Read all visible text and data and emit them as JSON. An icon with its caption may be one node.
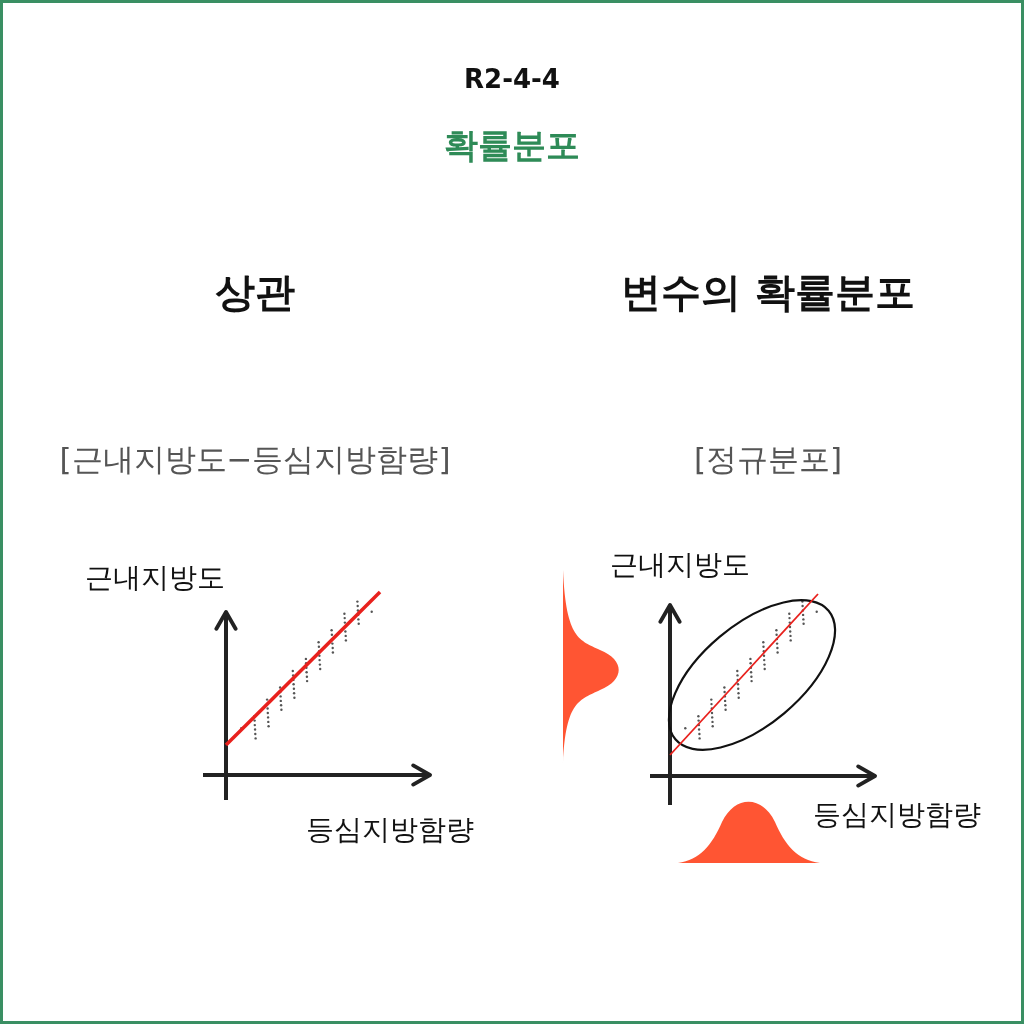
{
  "diagram": {
    "title": "R2-4-4",
    "labels": [
      "확률분포",
      "상관",
      "변수의 확률분포",
      "[근내지방도−등심지방함량]",
      "[정규분포]",
      "근내지방도",
      "등심지방함량",
      "근내지방도",
      "등심지방함량"
    ]
  }
}
